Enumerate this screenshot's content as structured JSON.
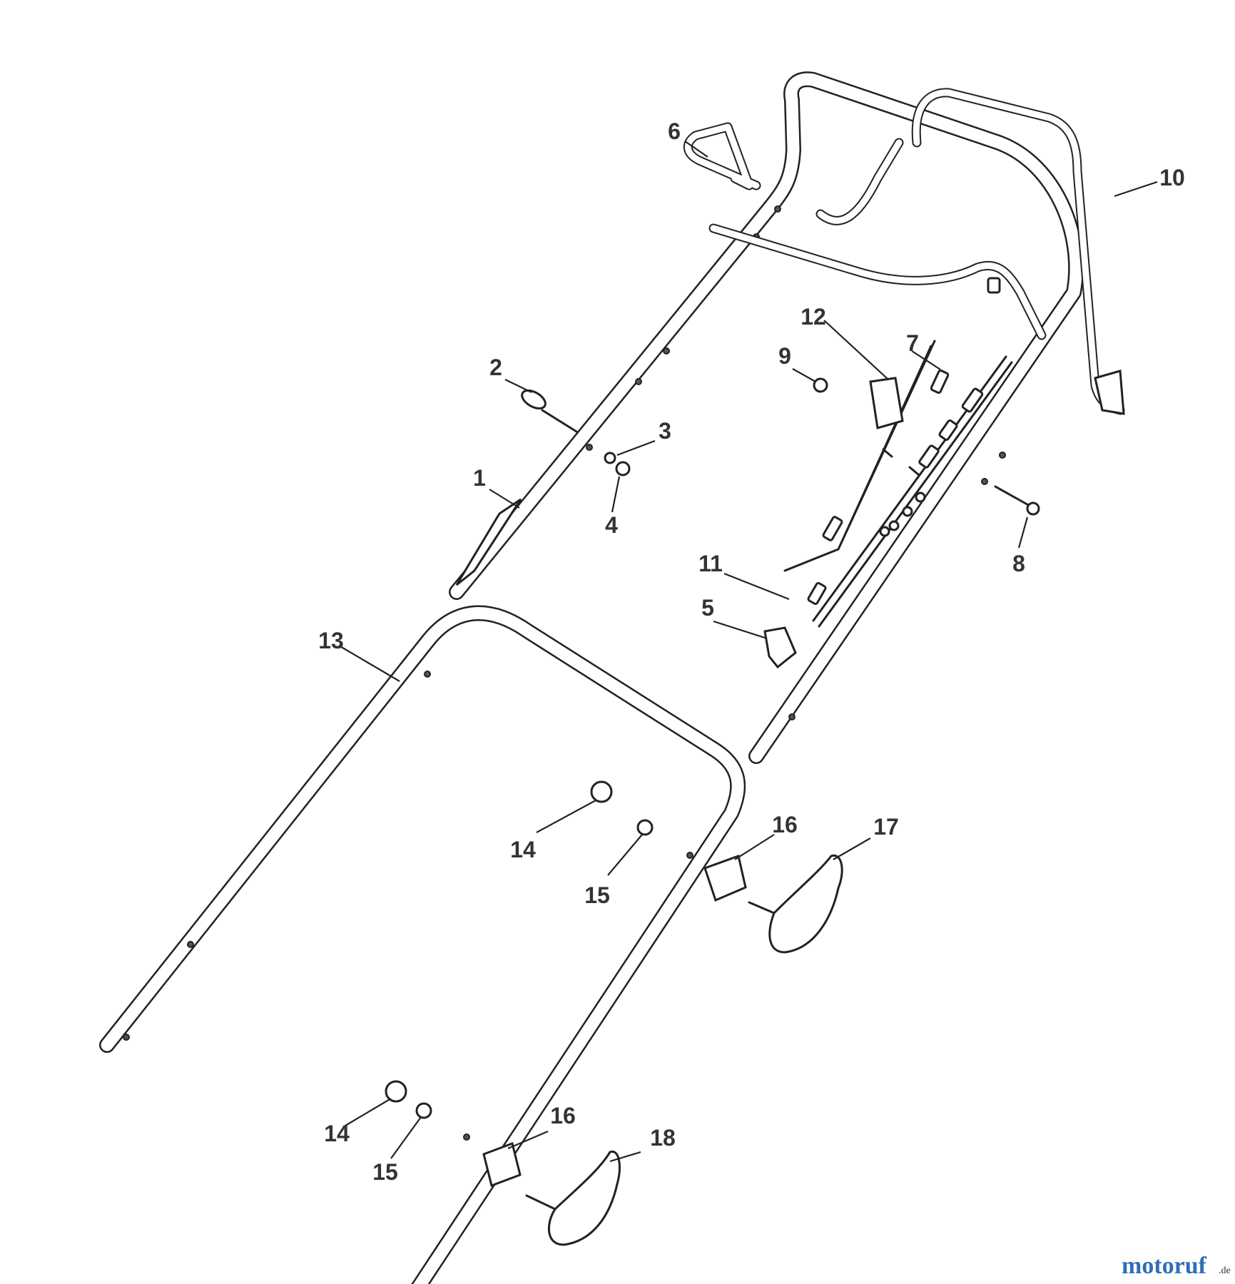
{
  "callouts": {
    "c1": "1",
    "c2": "2",
    "c3": "3",
    "c4": "4",
    "c5": "5",
    "c6": "6",
    "c7": "7",
    "c8": "8",
    "c9": "9",
    "c10": "10",
    "c11": "11",
    "c12": "12",
    "c13": "13",
    "c14a": "14",
    "c14b": "14",
    "c15a": "15",
    "c15b": "15",
    "c16a": "16",
    "c16b": "16",
    "c17": "17",
    "c18": "18"
  },
  "watermark": {
    "text": "motoruf",
    "suffix": ".de"
  },
  "colors": {
    "line": "#222222",
    "label": "#333333",
    "watermark_main": "#2f6fb5",
    "watermark_accent": "#e07b1a"
  }
}
